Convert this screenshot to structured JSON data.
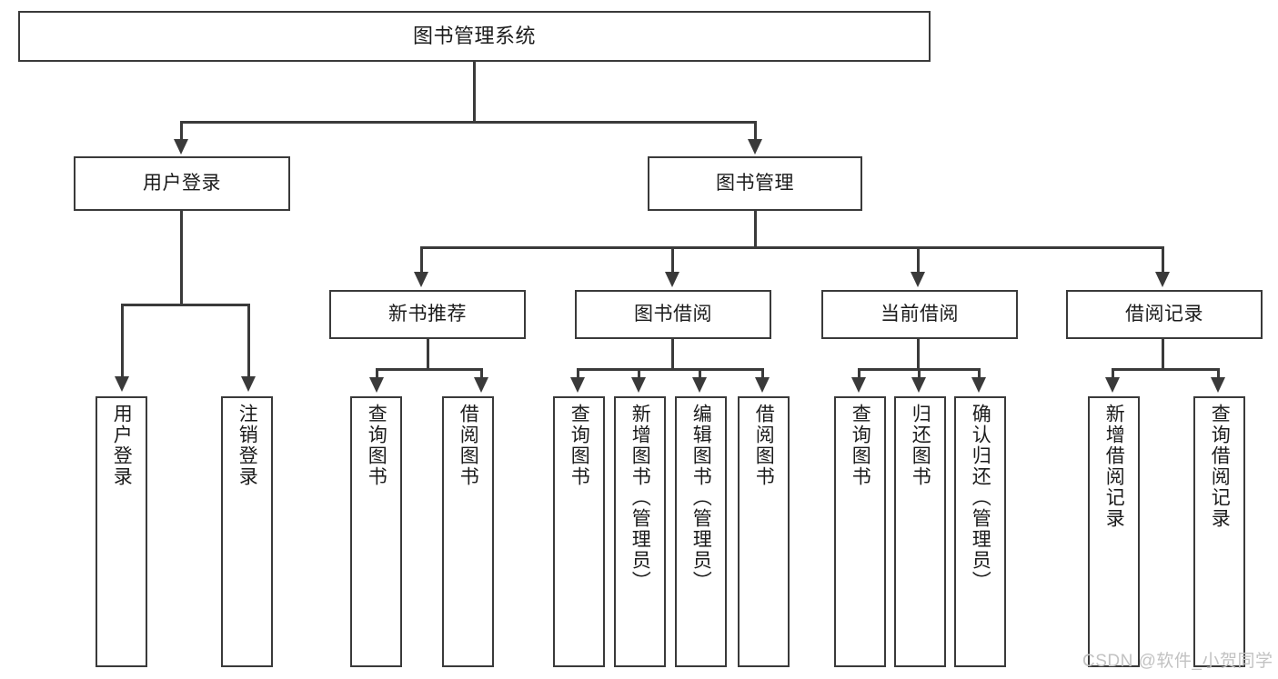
{
  "diagram": {
    "title": "图书管理系统",
    "watermark": "CSDN @软件_小贺同学",
    "accent_color": "#3a3a3a",
    "background_color": "#ffffff",
    "levels": {
      "root": {
        "label": "图书管理系统"
      },
      "level2": [
        {
          "label": "用户登录"
        },
        {
          "label": "图书管理"
        }
      ],
      "level3": [
        {
          "label": "新书推荐"
        },
        {
          "label": "图书借阅"
        },
        {
          "label": "当前借阅"
        },
        {
          "label": "借阅记录"
        }
      ],
      "leaves": {
        "user_login": [
          {
            "label": "用户登录"
          },
          {
            "label": "注销登录"
          }
        ],
        "new_book_recommend": [
          {
            "label": "查询图书"
          },
          {
            "label": "借阅图书"
          }
        ],
        "book_borrow": [
          {
            "label": "查询图书"
          },
          {
            "label": "新增图书（管理员）"
          },
          {
            "label": "编辑图书（管理员）"
          },
          {
            "label": "借阅图书"
          }
        ],
        "current_borrow": [
          {
            "label": "查询图书"
          },
          {
            "label": "归还图书"
          },
          {
            "label": "确认归还（管理员）"
          }
        ],
        "borrow_record": [
          {
            "label": "新增借阅记录"
          },
          {
            "label": "查询借阅记录"
          }
        ]
      }
    }
  }
}
